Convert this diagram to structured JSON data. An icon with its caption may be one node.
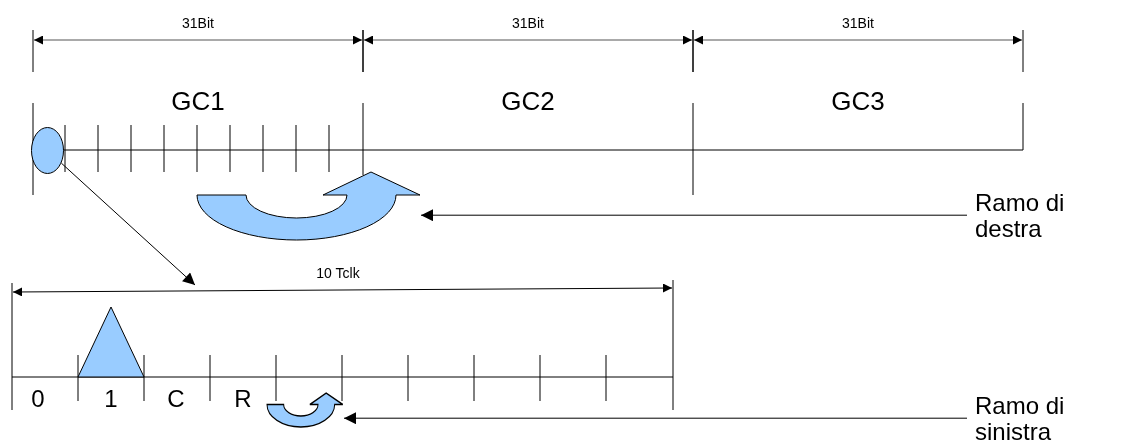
{
  "diagram": {
    "nodes": [
      {
        "text": [],
        "shape": "circle"
      },
      {
        "text": [
          "Ramo di destra"
        ]
      },
      {
        "text": [],
        "shape": "picture"
      },
      {
        "text": [
          "Ramo di sinistra"
        ]
      },
      {
        "text": [],
        "shape": "picture"
      }
    ],
    "edges": [
      {
        "from": 0,
        "to": null,
        "arrow": "to"
      },
      {
        "from": 1,
        "to": 2,
        "arrow": "to"
      },
      {
        "from": 3,
        "to": 4,
        "arrow": "to"
      }
    ],
    "labels": [
      "31Bit",
      "31Bit",
      "31Bit",
      "GC1",
      "GC2",
      "GC3",
      "10 Tclk",
      "0",
      "1",
      "C",
      "R"
    ]
  }
}
